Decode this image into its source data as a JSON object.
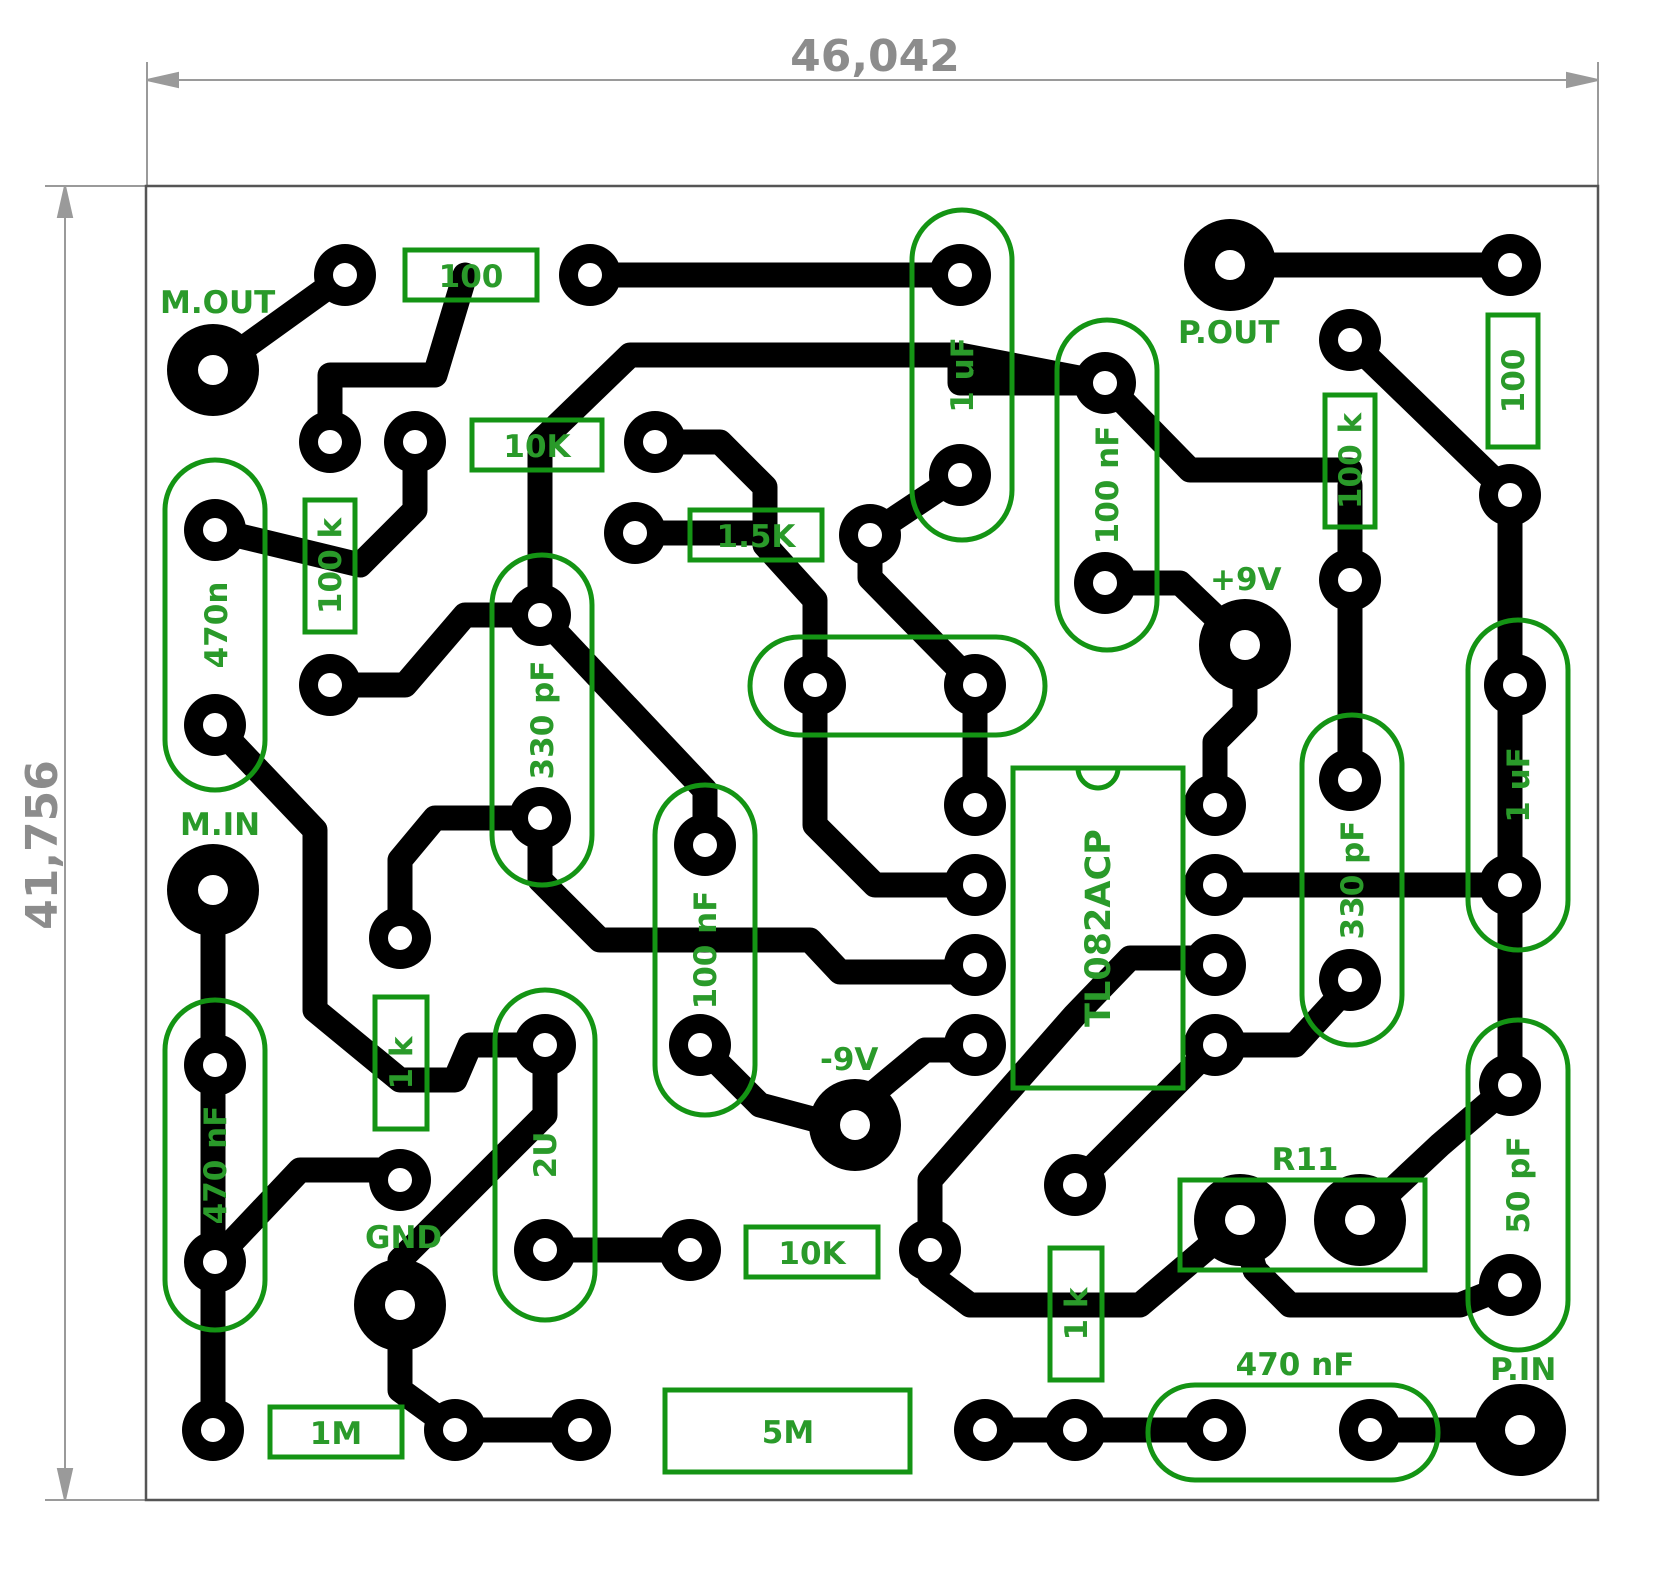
{
  "dimensions": {
    "width_label": "46,042",
    "height_label": "41,756"
  },
  "ports": [
    "M.OUT",
    "P.OUT",
    "M.IN",
    "+9V",
    "-9V",
    "GND",
    "P.IN"
  ],
  "components": {
    "r_100_top": "100",
    "r_10k_top": "10K",
    "r_100k_left": "100 k",
    "c_470n": "470n",
    "r_1_5k": "1.5K",
    "c_330pf_left": "330 pF",
    "c_1uf_top": "1 uF",
    "c_100nf_top": "100 nF",
    "r_100k_right": "100 k",
    "r_100_right": "100",
    "c_100nf_mid": "100 nF",
    "c_330pf_right": "330 pF",
    "c_1uf_right": "1 uF",
    "c_470nf_left": "470 nF",
    "r_1k_left": "1 k",
    "c_2u": "2U",
    "r_10k_bottom": "10K",
    "r_1m": "1M",
    "pot_5m": "5M",
    "r_1k_bottom": "1 k",
    "c_50pf": "50 pF",
    "trimmer_r11": "R11",
    "c_470nf_bottom": "470 nF"
  },
  "ic": "TL082ACP",
  "colors": {
    "copper": "#000000",
    "silkscreen": "#149414",
    "dimension": "#8c8c8c"
  }
}
